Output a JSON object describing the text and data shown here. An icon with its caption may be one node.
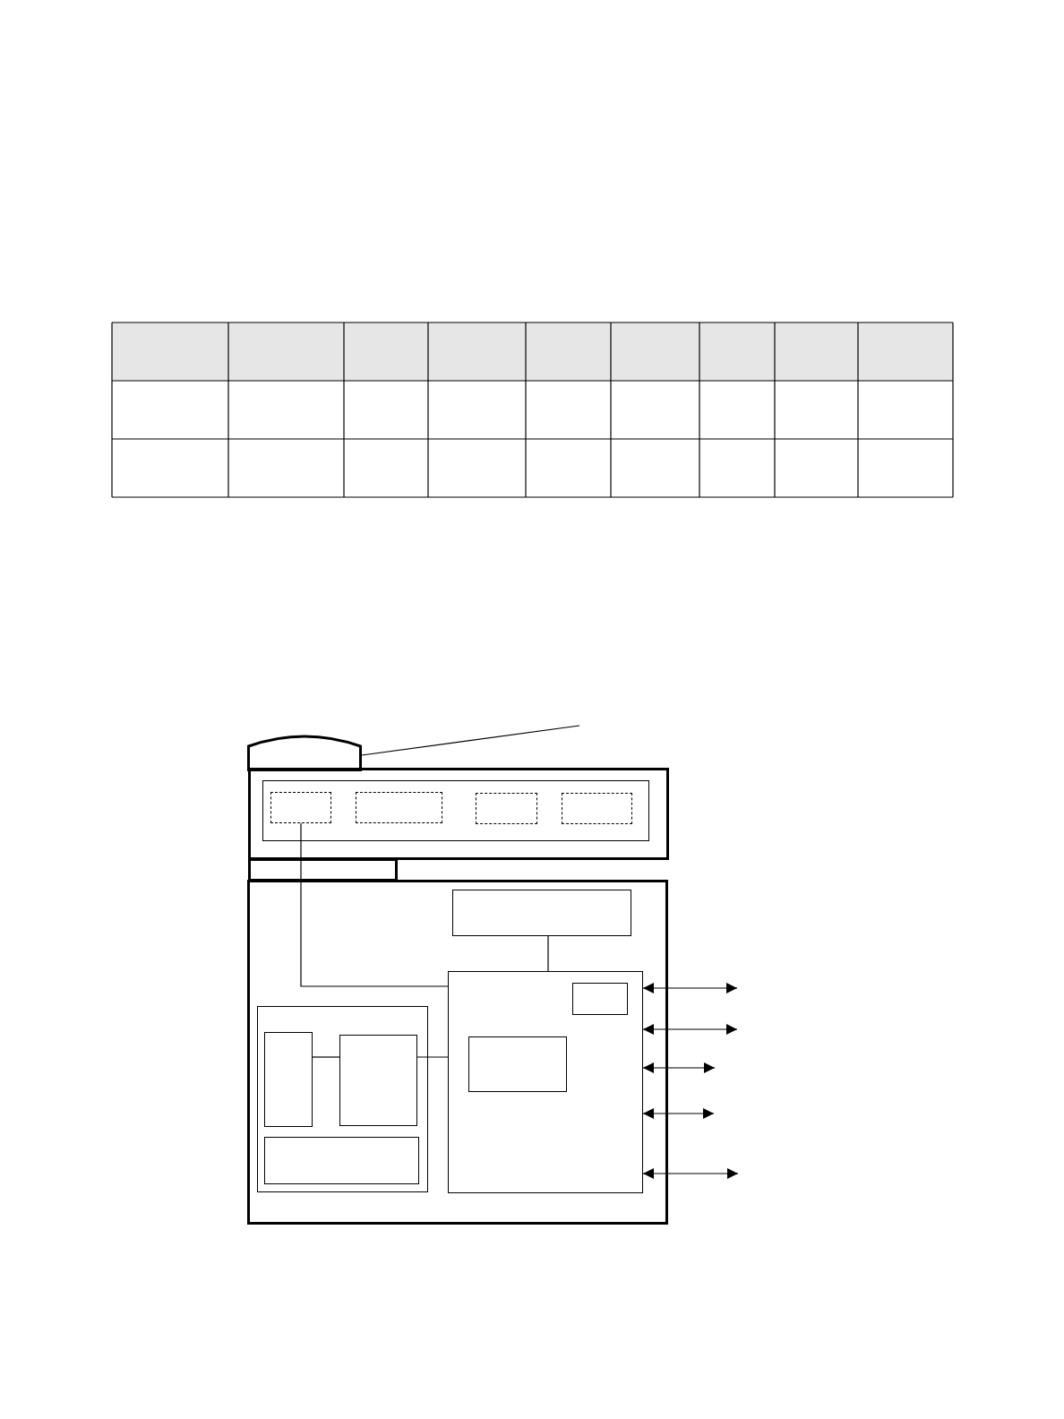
{
  "diagram": {
    "nodes": [
      {
        "text": [],
        "shape": "box"
      },
      {
        "text": [],
        "shape": "box"
      },
      {
        "text": [],
        "shape": "box",
        "in": 1
      },
      {
        "text": [],
        "shape": "box",
        "in": 2
      },
      {
        "text": [],
        "shape": "box",
        "in": 2
      },
      {
        "text": [],
        "shape": "box",
        "in": 2
      },
      {
        "text": [],
        "shape": "box",
        "in": 2
      },
      {
        "text": [],
        "shape": "box"
      },
      {
        "text": [],
        "shape": "box",
        "in": 7
      },
      {
        "text": [],
        "shape": "box",
        "in": 7
      },
      {
        "text": [],
        "shape": "box",
        "in": 9
      },
      {
        "text": [],
        "shape": "box",
        "in": 9
      },
      {
        "text": [],
        "shape": "box",
        "in": 9
      },
      {
        "text": [],
        "shape": "box",
        "in": 7
      },
      {
        "text": [],
        "shape": "box",
        "in": 13
      },
      {
        "text": [],
        "shape": "box",
        "in": 13
      }
    ],
    "edges": [
      {
        "from": 0,
        "to": null,
        "arrow": "none"
      },
      {
        "from": 3,
        "to": 13,
        "arrow": "none"
      },
      {
        "from": 8,
        "to": 13,
        "arrow": "none"
      },
      {
        "from": 10,
        "to": 11,
        "arrow": "none"
      },
      {
        "from": 11,
        "to": 13,
        "arrow": "none"
      },
      {
        "from": 13,
        "to": null,
        "arrow": "both"
      },
      {
        "from": 13,
        "to": null,
        "arrow": "both"
      },
      {
        "from": 13,
        "to": null,
        "arrow": "both"
      },
      {
        "from": 13,
        "to": null,
        "arrow": "both"
      },
      {
        "from": 13,
        "to": null,
        "arrow": "both"
      }
    ]
  }
}
